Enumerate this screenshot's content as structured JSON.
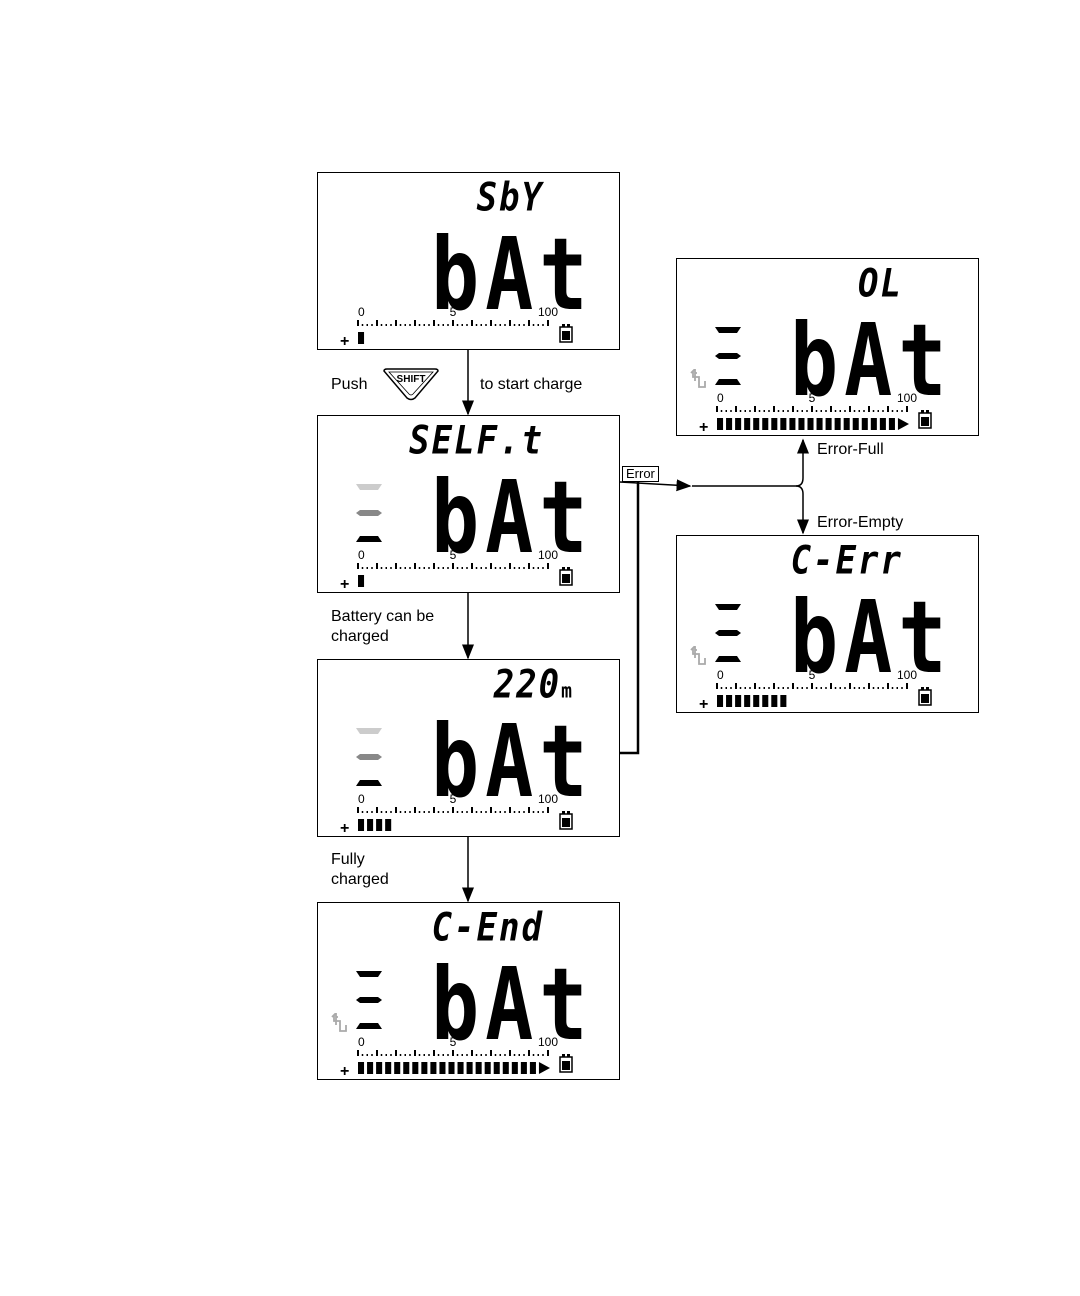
{
  "panels": [
    {
      "id": "sby",
      "top_text": "SbY",
      "top_suffix": "",
      "main_text": "bAt",
      "scale": {
        "min": "0",
        "mid": "5",
        "max": "100"
      },
      "bar_fill": 0.05,
      "bar_arrow": false,
      "level_indicator": "none",
      "plug_icon": false
    },
    {
      "id": "selft",
      "top_text": "SELF.t",
      "top_suffix": "",
      "main_text": "bAt",
      "scale": {
        "min": "0",
        "mid": "5",
        "max": "100"
      },
      "bar_fill": 0.05,
      "bar_arrow": false,
      "level_indicator": "cycling",
      "plug_icon": false
    },
    {
      "id": "charging",
      "top_text": "220",
      "top_suffix": "m",
      "main_text": "bAt",
      "scale": {
        "min": "0",
        "mid": "5",
        "max": "100"
      },
      "bar_fill": 0.2,
      "bar_arrow": false,
      "level_indicator": "cycling",
      "plug_icon": false
    },
    {
      "id": "end",
      "top_text": "C-End",
      "top_suffix": "",
      "main_text": "bAt",
      "scale": {
        "min": "0",
        "mid": "5",
        "max": "100"
      },
      "bar_fill": 1.0,
      "bar_arrow": true,
      "level_indicator": "full",
      "plug_icon": true
    },
    {
      "id": "ol",
      "top_text": "OL",
      "top_suffix": "",
      "main_text": "bAt",
      "scale": {
        "min": "0",
        "mid": "5",
        "max": "100"
      },
      "bar_fill": 1.0,
      "bar_arrow": true,
      "level_indicator": "full",
      "plug_icon": true
    },
    {
      "id": "cerr",
      "top_text": "C-Err",
      "top_suffix": "",
      "main_text": "bAt",
      "scale": {
        "min": "0",
        "mid": "5",
        "max": "100"
      },
      "bar_fill": 0.4,
      "bar_arrow": false,
      "level_indicator": "full",
      "plug_icon": true
    }
  ],
  "captions": {
    "push": "Push",
    "shift_button": "SHIFT",
    "start_charge": "to start charge",
    "can_be_charged": "Battery can be\ncharged",
    "fully_charged": "Fully\ncharged",
    "error_tag": "Error",
    "error_full": "Error-Full",
    "error_empty": "Error-Empty"
  },
  "colors": {
    "line": "#000000",
    "indicator_light": "#cccccc",
    "indicator_mid": "#888888",
    "plug_icon": "#aaaaaa"
  }
}
